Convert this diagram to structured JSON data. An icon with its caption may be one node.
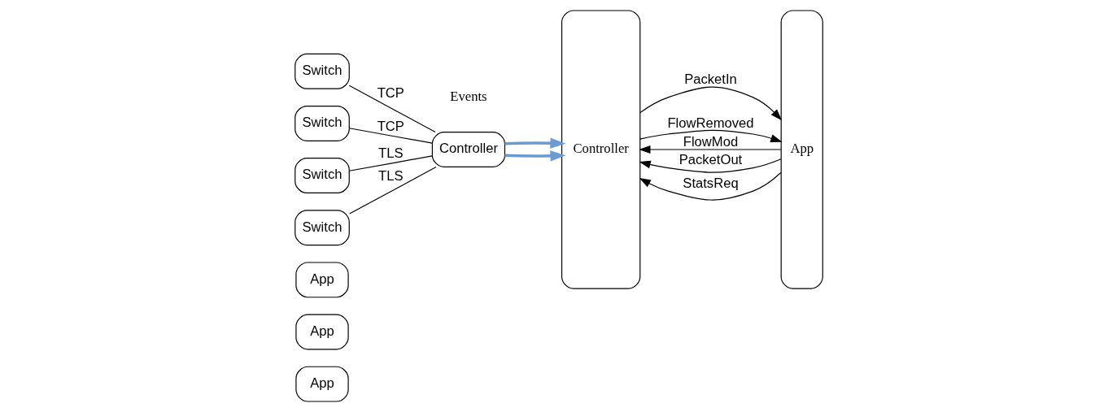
{
  "diagram": {
    "nodes": [
      {
        "text": [
          "App"
        ]
      },
      {
        "text": [
          "App"
        ]
      },
      {
        "text": [
          "App"
        ]
      },
      {
        "text": [
          "Controller"
        ]
      },
      {
        "text": [
          "Switch"
        ]
      },
      {
        "text": [
          "Switch"
        ]
      },
      {
        "text": [
          "Switch"
        ]
      },
      {
        "text": [
          "Switch"
        ]
      },
      {
        "text": [
          "Controller"
        ]
      },
      {
        "text": [
          "App"
        ]
      }
    ],
    "edges": [
      {
        "from": 4,
        "to": 3,
        "arrow": "none",
        "label": "TCP"
      },
      {
        "from": 5,
        "to": 3,
        "arrow": "none",
        "label": "TCP"
      },
      {
        "from": 6,
        "to": 3,
        "arrow": "none",
        "label": "TLS"
      },
      {
        "from": 7,
        "to": 3,
        "arrow": "none",
        "label": "TLS"
      },
      {
        "from": 3,
        "to": 8,
        "arrow": "to",
        "style": "thick",
        "color": "#6b9bd1"
      },
      {
        "from": 3,
        "to": 8,
        "arrow": "to",
        "style": "thick",
        "color": "#6b9bd1"
      },
      {
        "from": 9,
        "to": 8,
        "arrow": "to",
        "label": "FlowMod"
      },
      {
        "from": 8,
        "to": 9,
        "arrow": "to",
        "label": "PacketIn"
      },
      {
        "from": 8,
        "to": 9,
        "arrow": "to",
        "label": "FlowRemoved"
      },
      {
        "from": 9,
        "to": 8,
        "arrow": "to",
        "label": "PacketOut"
      },
      {
        "from": 9,
        "to": 8,
        "arrow": "to",
        "label": "StatsReq"
      }
    ],
    "labels": [
      "Events"
    ]
  }
}
